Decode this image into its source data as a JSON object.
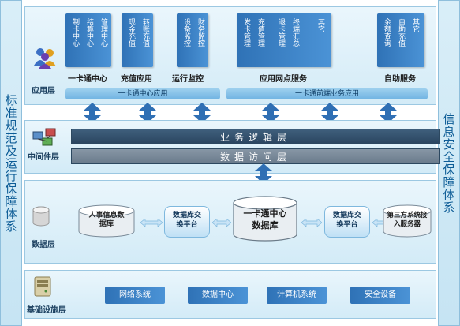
{
  "side_labels": {
    "left": "标准规范及运行保障体系",
    "right": "信息安全保障体系"
  },
  "layers": {
    "app": "应用层",
    "middleware": "中间件层",
    "data": "数据层",
    "infra": "基础设施层"
  },
  "app_groups": [
    {
      "label": "一卡通中心",
      "columns": [
        "制卡中心",
        "结算中心",
        "管理中心"
      ]
    },
    {
      "label": "充值应用",
      "columns": [
        "现金充值",
        "转账充值"
      ]
    },
    {
      "label": "运行监控",
      "columns": [
        "设备监控",
        "财务监控"
      ]
    },
    {
      "label": "应用网点服务",
      "columns": [
        "发卡管理",
        "充值管理",
        "退卡管理",
        "终端汇总",
        "其它"
      ]
    },
    {
      "label": "自助服务",
      "columns": [
        "余额查询",
        "自助充值",
        "其它"
      ]
    }
  ],
  "app_bars": {
    "left": "一卡通中心应用",
    "right": "一卡通前端业务应用"
  },
  "middleware": {
    "business_logic": "业务逻辑层",
    "data_access": "数据访问层"
  },
  "data_layer": {
    "hr_db": "人事信息数据库",
    "exchange_left": "数据库交换平台",
    "center_db": "一卡通中心数据库",
    "exchange_right": "数据库交换平台",
    "third_party": "第三方系统接入服务器"
  },
  "infra": [
    "网络系统",
    "数据中心",
    "计算机系统",
    "安全设备"
  ],
  "colors": {
    "accent_blue": "#2f72b6",
    "biz_band": "#2a4560",
    "access_band": "#6a7b8c"
  }
}
